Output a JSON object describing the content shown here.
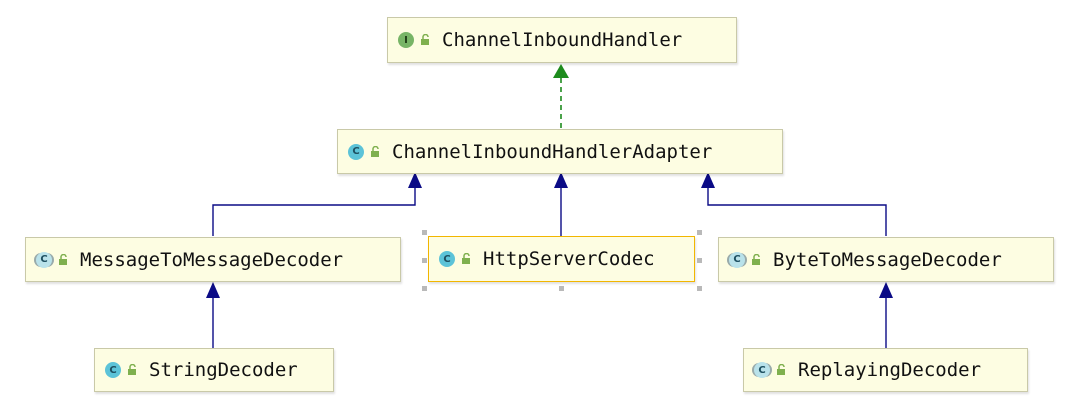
{
  "colors": {
    "generalization": "#0b0b86",
    "realization": "#1e8c1e",
    "node_fill": "#fdfde2",
    "selected_border": "#f2b600"
  },
  "nodes": {
    "channel_inbound_handler": {
      "label": "ChannelInboundHandler",
      "kind": "interface",
      "badge": "I"
    },
    "channel_inbound_handler_adapter": {
      "label": "ChannelInboundHandlerAdapter",
      "kind": "class",
      "badge": "C"
    },
    "message_to_message_decoder": {
      "label": "MessageToMessageDecoder",
      "kind": "abstract-class",
      "badge": "C"
    },
    "http_server_codec": {
      "label": "HttpServerCodec",
      "kind": "class",
      "badge": "C",
      "selected": true
    },
    "byte_to_message_decoder": {
      "label": "ByteToMessageDecoder",
      "kind": "abstract-class",
      "badge": "C"
    },
    "string_decoder": {
      "label": "StringDecoder",
      "kind": "class",
      "badge": "C"
    },
    "replaying_decoder": {
      "label": "ReplayingDecoder",
      "kind": "abstract-class",
      "badge": "C"
    }
  },
  "edges": [
    {
      "from": "channel_inbound_handler_adapter",
      "to": "channel_inbound_handler",
      "type": "realization"
    },
    {
      "from": "message_to_message_decoder",
      "to": "channel_inbound_handler_adapter",
      "type": "generalization"
    },
    {
      "from": "http_server_codec",
      "to": "channel_inbound_handler_adapter",
      "type": "generalization"
    },
    {
      "from": "byte_to_message_decoder",
      "to": "channel_inbound_handler_adapter",
      "type": "generalization"
    },
    {
      "from": "string_decoder",
      "to": "message_to_message_decoder",
      "type": "generalization"
    },
    {
      "from": "replaying_decoder",
      "to": "byte_to_message_decoder",
      "type": "generalization"
    }
  ]
}
